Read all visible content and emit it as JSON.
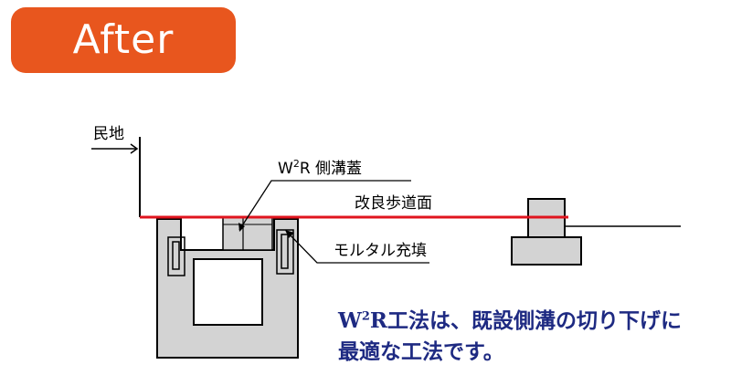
{
  "badge": {
    "label": "After"
  },
  "labels": {
    "private_land": "民地",
    "cover_prefix": "W",
    "cover_sup": "2",
    "cover_rest": "R 側溝蓋",
    "road_surface": "改良歩道面",
    "mortar": "モルタル充填"
  },
  "caption": {
    "line1_prefix": "W",
    "line1_sup": "2",
    "line1_rest": "R工法は、既設側溝の切り下げに",
    "line2": "最適な工法です。"
  },
  "colors": {
    "badge": "#e8561e",
    "surface_line": "#e0141e",
    "concrete": "#d3d3d3",
    "caption": "#1e2a82"
  }
}
